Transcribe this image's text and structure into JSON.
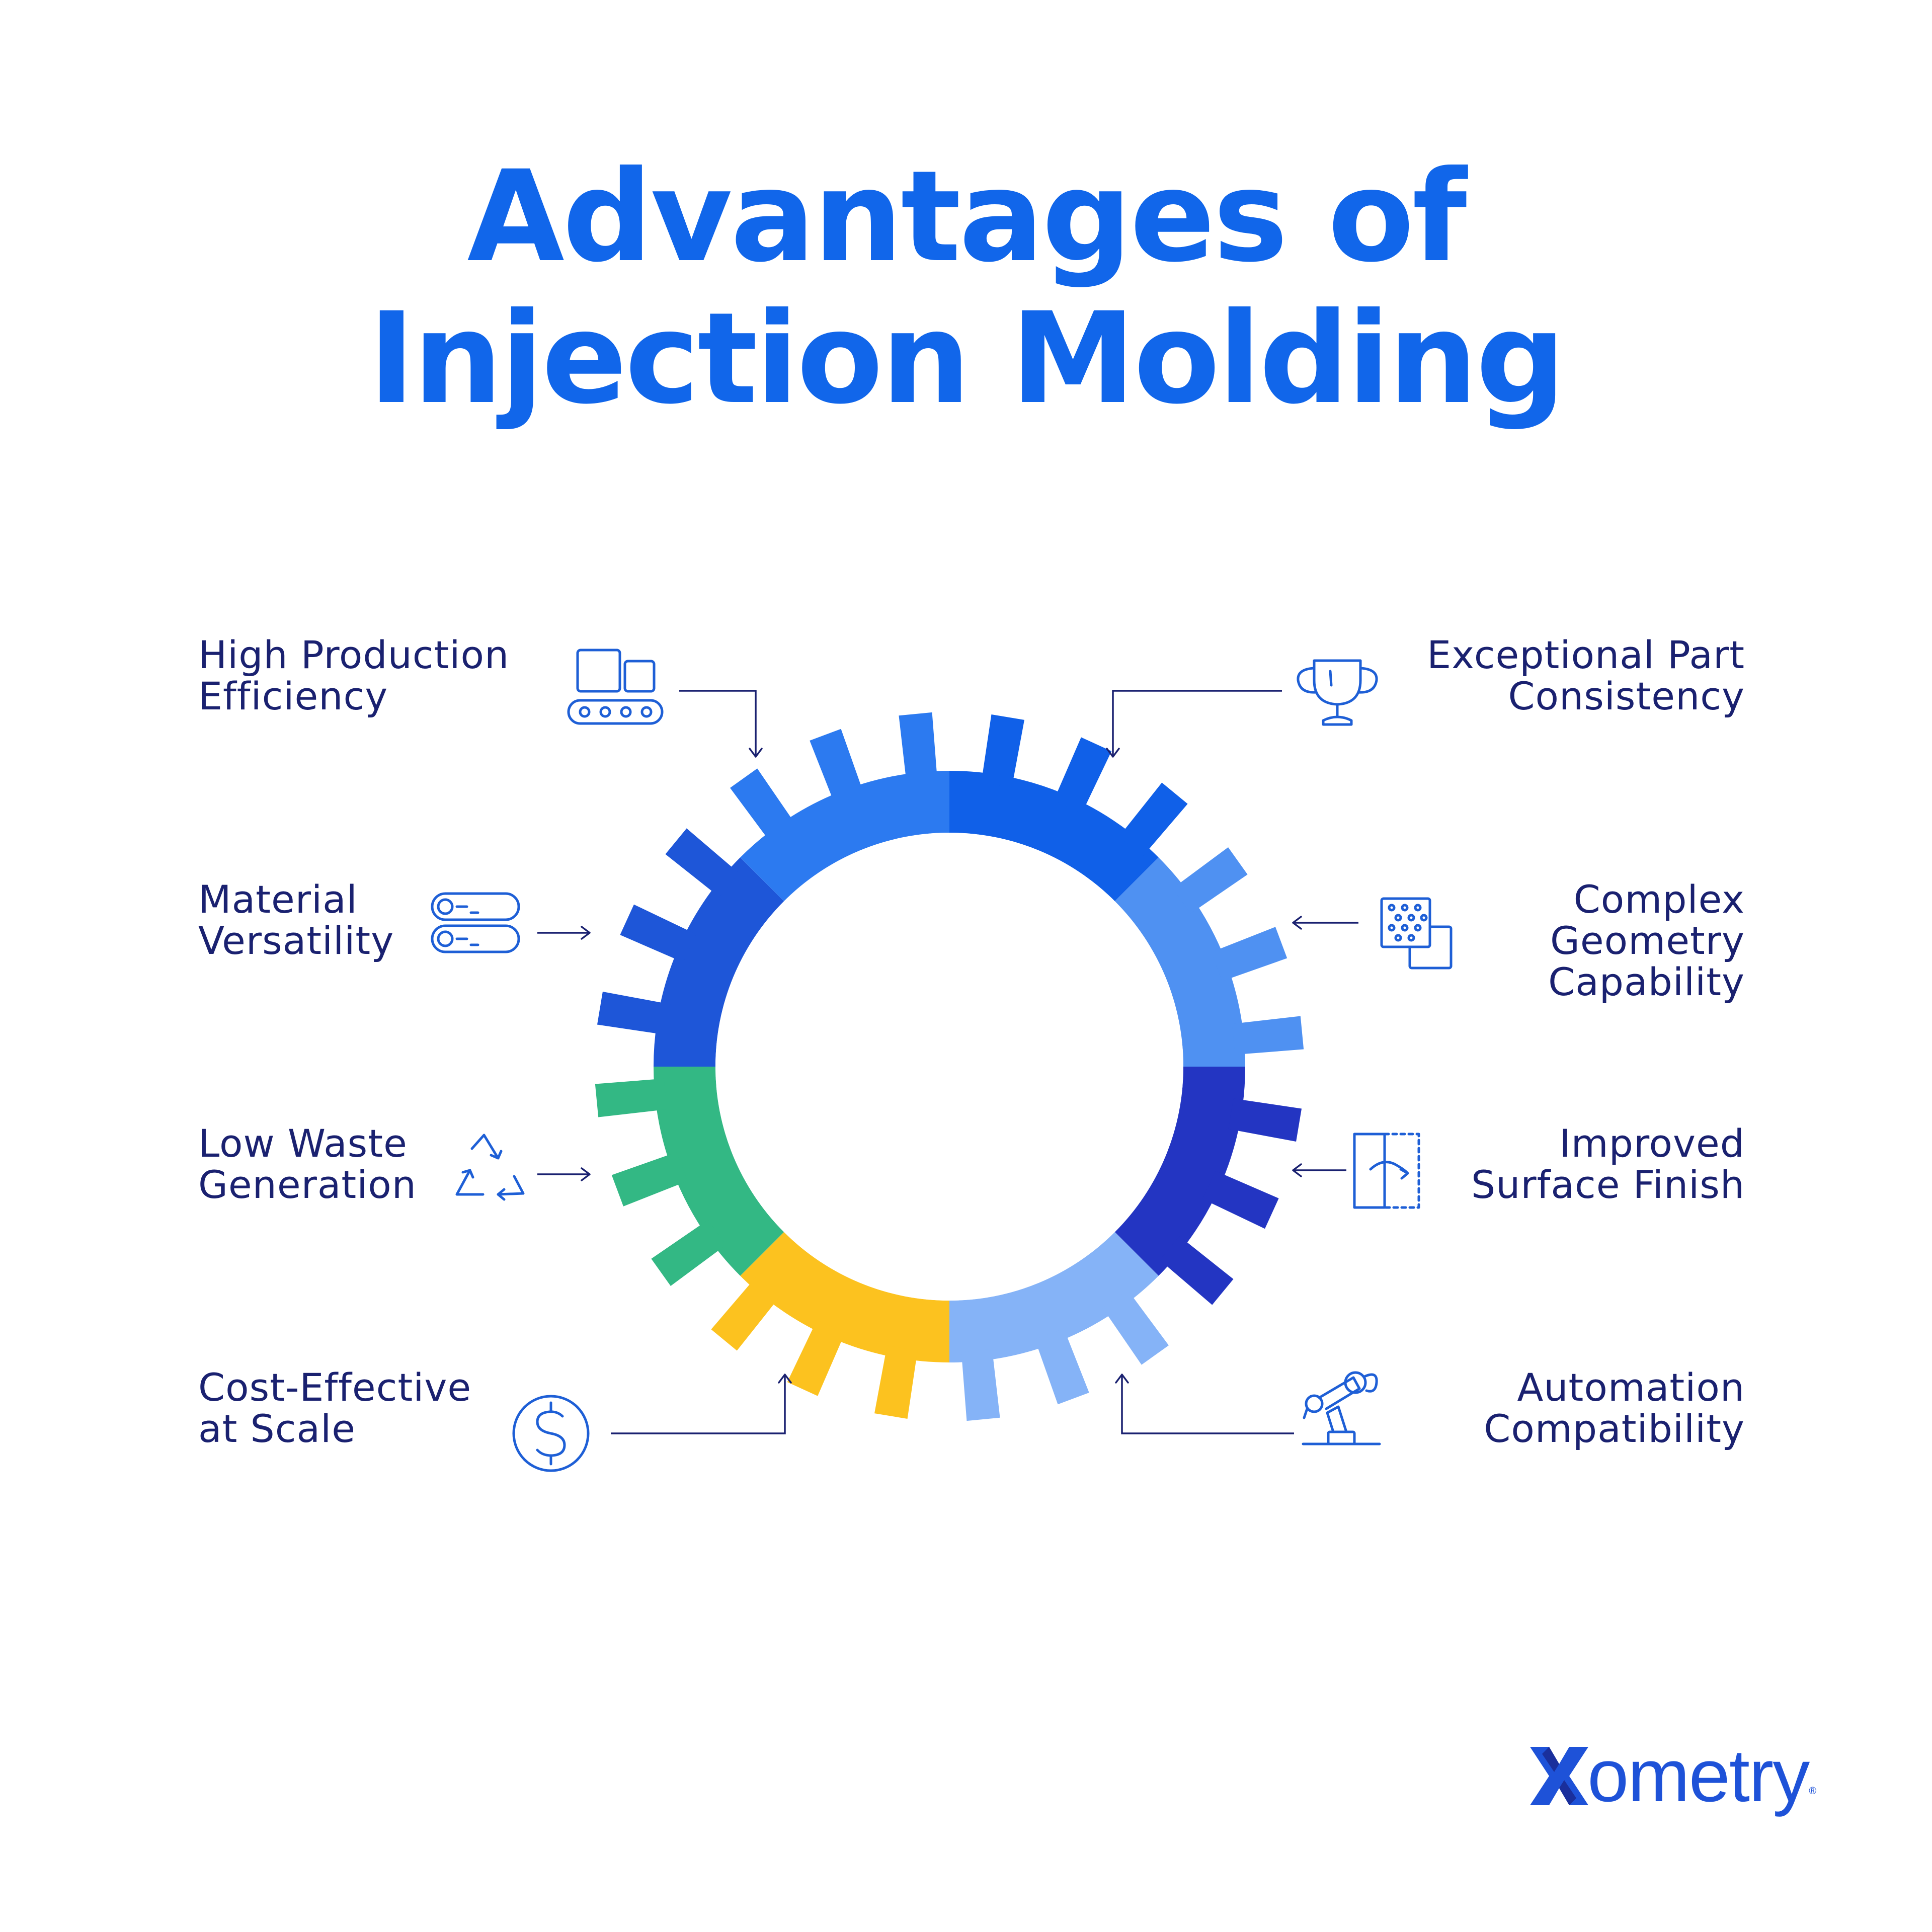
{
  "title": {
    "line1": "Advantages of",
    "line2": "Injection Molding"
  },
  "advantages": [
    {
      "line1": "High Production",
      "line2": "Efficiency",
      "icon": "conveyor-icon"
    },
    {
      "line1": "Material",
      "line2": "Versatility",
      "icon": "material-rolls-icon"
    },
    {
      "line1": "Low Waste",
      "line2": "Generation",
      "icon": "recycle-icon"
    },
    {
      "line1": "Cost-Effective",
      "line2": "at Scale",
      "icon": "dollar-icon"
    },
    {
      "line1": "Exceptional Part",
      "line2": "Consistency",
      "icon": "trophy-icon"
    },
    {
      "line1": "Complex",
      "line2": "Geometry",
      "line3": "Capability",
      "icon": "geometry-icon"
    },
    {
      "line1": "Improved",
      "line2": "Surface Finish",
      "icon": "surface-finish-icon"
    },
    {
      "line1": "Automation",
      "line2": "Compatibility",
      "icon": "robot-arm-icon"
    }
  ],
  "gear_segments": [
    {
      "color": "#1060e8"
    },
    {
      "color": "#4f91f2"
    },
    {
      "color": "#2335c2"
    },
    {
      "color": "#85b3f7"
    },
    {
      "color": "#fcc21f"
    },
    {
      "color": "#33b884"
    },
    {
      "color": "#1e56d8"
    },
    {
      "color": "#2c7af0"
    }
  ],
  "logo": {
    "mark": "X",
    "word": "ometry",
    "tm": "®"
  }
}
